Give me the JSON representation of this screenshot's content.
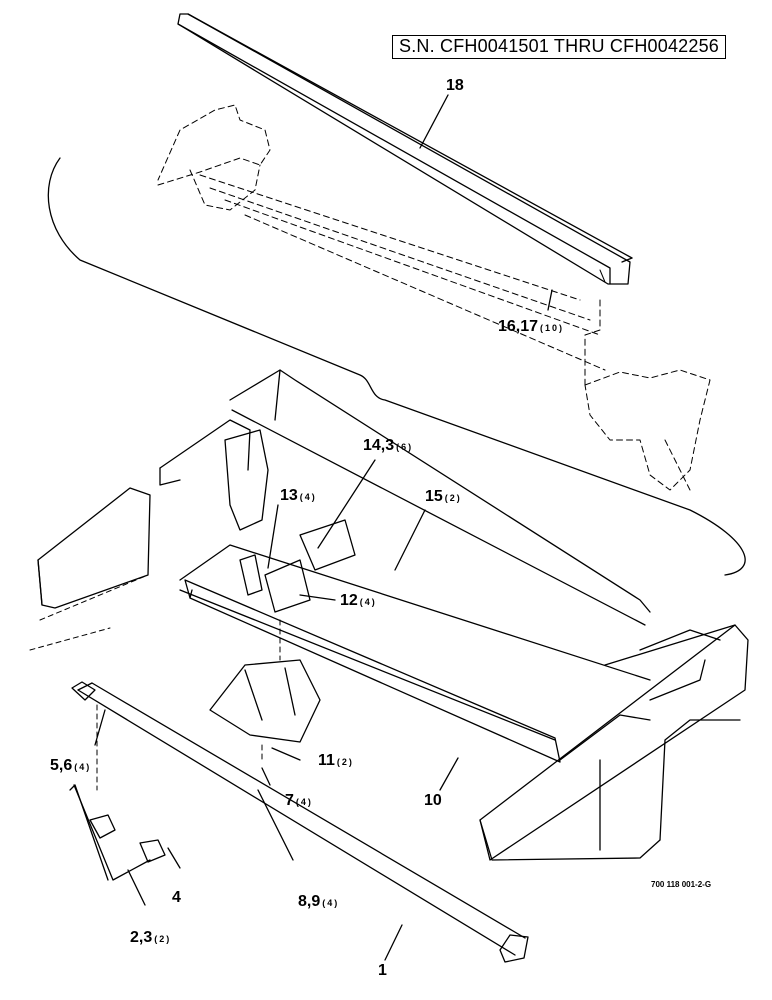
{
  "serial_range": "S.N. CFH0041501 THRU CFH0042256",
  "figure_number": "700 118 001-2-G",
  "callouts": [
    {
      "label": "18",
      "qty": ""
    },
    {
      "label": "16,17",
      "qty": "(10)"
    },
    {
      "label": "14,3",
      "qty": "(6)"
    },
    {
      "label": "13",
      "qty": "(4)"
    },
    {
      "label": "15",
      "qty": "(2)"
    },
    {
      "label": "12",
      "qty": "(4)"
    },
    {
      "label": "5,6",
      "qty": "(4)"
    },
    {
      "label": "11",
      "qty": "(2)"
    },
    {
      "label": "7",
      "qty": "(4)"
    },
    {
      "label": "10",
      "qty": ""
    },
    {
      "label": "4",
      "qty": ""
    },
    {
      "label": "8,9",
      "qty": "(4)"
    },
    {
      "label": "2,3",
      "qty": "(2)"
    },
    {
      "label": "1",
      "qty": ""
    }
  ]
}
